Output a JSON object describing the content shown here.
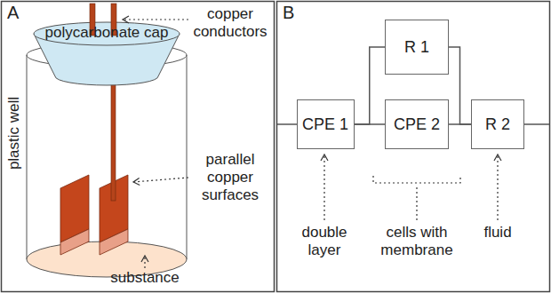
{
  "diagram": {
    "nodes": [
      {
        "text": [
          "CPE 1"
        ]
      },
      {
        "text": [
          "R 1"
        ]
      },
      {
        "text": [
          "CPE 2"
        ]
      },
      {
        "text": [
          "R 2"
        ]
      }
    ],
    "edges": [
      {
        "from": 0,
        "to": 1,
        "arrow": "none"
      },
      {
        "from": 0,
        "to": 2,
        "arrow": "none"
      },
      {
        "from": 1,
        "to": 3,
        "arrow": "none"
      },
      {
        "from": 2,
        "to": 3,
        "arrow": "none"
      }
    ],
    "labels": [
      "A",
      "copper conductors",
      "polycarbonate cap",
      "plastic well",
      "parallel copper surfaces",
      "substance",
      "B",
      "double layer",
      "cells with membrane",
      "fluid"
    ]
  }
}
